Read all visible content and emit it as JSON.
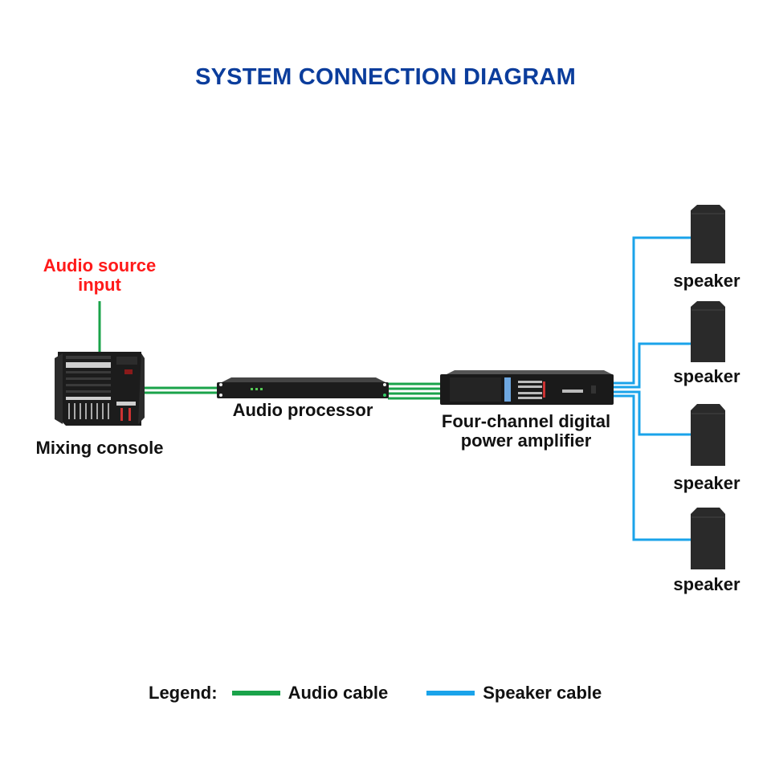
{
  "title": "SYSTEM CONNECTION DIAGRAM",
  "colors": {
    "title": "#0b3d9c",
    "source_label": "#ff1a1a",
    "audio_cable": "#1aa34a",
    "speaker_cable": "#1aa3ea",
    "device_body": "#1c1c1c"
  },
  "nodes": {
    "source": {
      "label_line1": "Audio source",
      "label_line2": "input"
    },
    "mixer": {
      "label": "Mixing console"
    },
    "processor": {
      "label": "Audio processor"
    },
    "amplifier": {
      "label_line1": "Four-channel digital",
      "label_line2": "power amplifier"
    },
    "speakers": [
      {
        "label": "speaker"
      },
      {
        "label": "speaker"
      },
      {
        "label": "speaker"
      },
      {
        "label": "speaker"
      }
    ]
  },
  "connections": [
    {
      "from": "Audio source input",
      "to": "Mixing console",
      "type": "Audio cable",
      "count": 1
    },
    {
      "from": "Mixing console",
      "to": "Audio processor",
      "type": "Audio cable",
      "count": 2
    },
    {
      "from": "Audio processor",
      "to": "Four-channel digital power amplifier",
      "type": "Audio cable",
      "count": 4
    },
    {
      "from": "Four-channel digital power amplifier",
      "to": "speaker",
      "type": "Speaker cable",
      "count": 4
    }
  ],
  "legend": {
    "heading": "Legend:",
    "items": [
      {
        "label": "Audio cable",
        "color": "#1aa34a"
      },
      {
        "label": "Speaker cable",
        "color": "#1aa3ea"
      }
    ]
  }
}
